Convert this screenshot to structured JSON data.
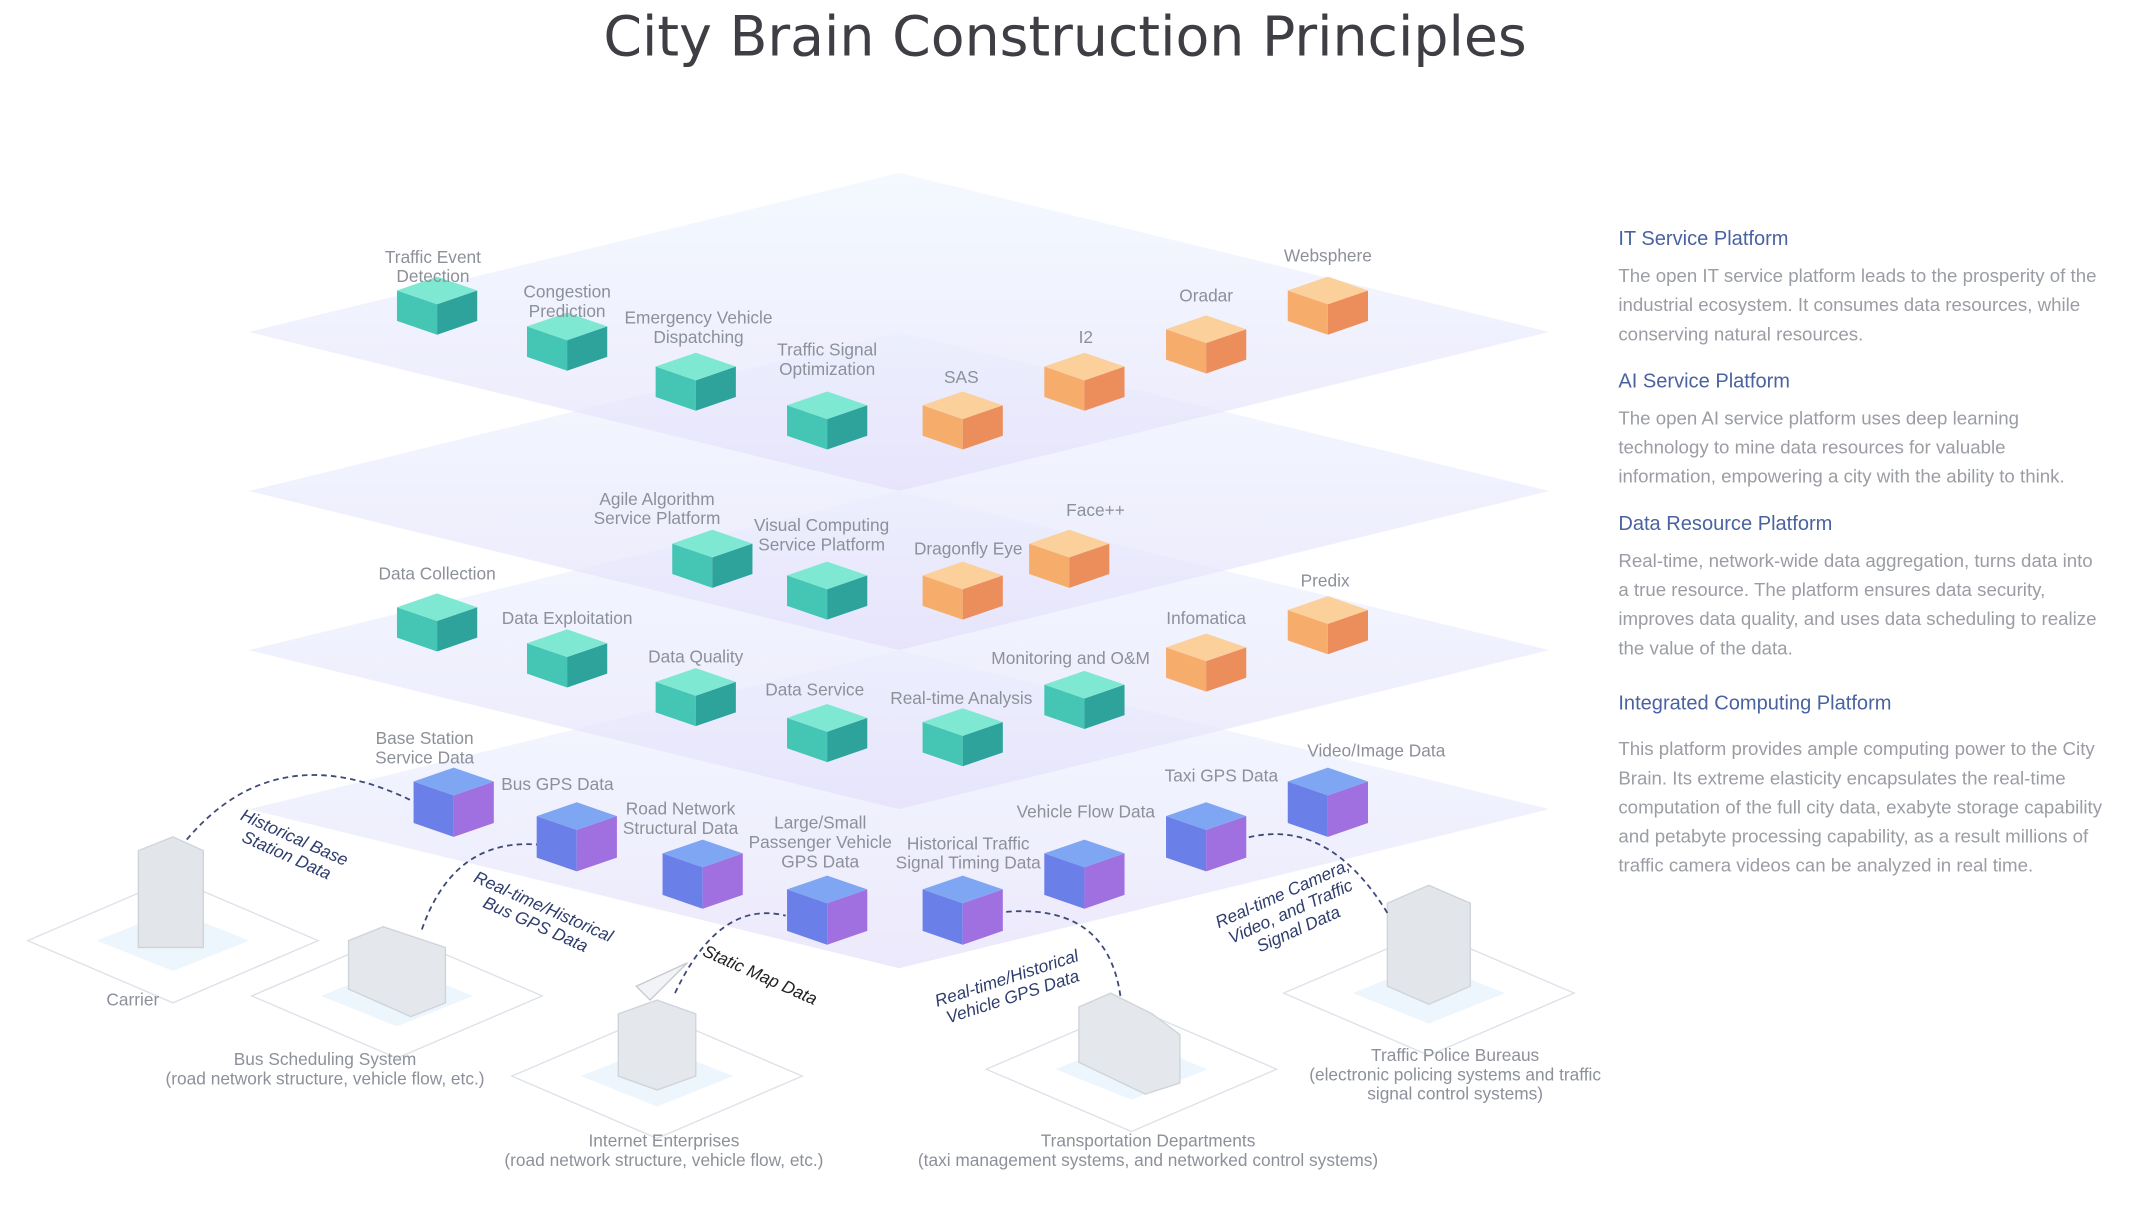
{
  "title": "City Brain Construction Principles",
  "layers": {
    "it_service": [
      "Traffic Event Detection",
      "Congestion Prediction",
      "Emergency Vehicle Dispatching",
      "Traffic Signal Optimization",
      "SAS",
      "I2",
      "Oradar",
      "Websphere"
    ],
    "ai_service": [
      "Agile Algorithm Service Platform",
      "Visual Computing Service Platform",
      "Dragonfly Eye",
      "Face++"
    ],
    "data_resource": [
      "Data Collection",
      "Data Exploitation",
      "Data Quality",
      "Data Service",
      "Real-time Analysis",
      "Monitoring and O&M",
      "Infomatica",
      "Predix"
    ],
    "computing": [
      "Base Station Service Data",
      "Bus GPS Data",
      "Road Network Structural Data",
      "Large/Small Passenger Vehicle GPS Data",
      "Historical Traffic Signal Timing Data",
      "Vehicle Flow Data",
      "Taxi GPS Data",
      "Video/Image Data"
    ]
  },
  "sources": [
    {
      "name": "Carrier",
      "detail": ""
    },
    {
      "name": "Bus Scheduling System",
      "detail": "(road network structure, vehicle flow, etc.)"
    },
    {
      "name": "Internet Enterprises",
      "detail": "(road network structure, vehicle flow, etc.)"
    },
    {
      "name": "Transportation Departments",
      "detail": "(taxi management systems, and networked control systems)"
    },
    {
      "name": "Traffic Police Bureaus",
      "detail": "(electronic policing systems and traffic signal control systems)"
    }
  ],
  "flows": [
    "Historical Base Station Data",
    "Real-time/Historical Bus GPS Data",
    "Static Map Data",
    "Real-time/Historical Vehicle GPS Data",
    "Real-time Camera, Video, and Traffic Signal Data"
  ],
  "panel": [
    {
      "heading": "IT Service Platform",
      "body": "The open IT service platform leads to the prosperity of the industrial ecosystem. It consumes data resources, while conserving natural resources."
    },
    {
      "heading": "AI Service Platform",
      "body": "The open AI service platform uses deep learning technology to mine data resources for valuable information, empowering a city with the ability to think."
    },
    {
      "heading": "Data Resource Platform",
      "body": "Real-time, network-wide data aggregation, turns data into a true resource. The platform ensures data security, improves data quality, and uses data scheduling to realize the value of the data."
    },
    {
      "heading": "Integrated Computing Platform",
      "body": "This platform provides ample computing power to the City Brain. Its extreme elasticity encapsulates the real-time computation of the full city data, exabyte storage capability and petabyte processing capability, as a result millions of traffic camera videos can be analyzed in real time."
    }
  ],
  "colors": {
    "teal": "#4fcfbb",
    "orange": "#f7ad6e",
    "blue": "#7b84ea",
    "heading": "#4a63a0",
    "text": "#9a9da4"
  }
}
